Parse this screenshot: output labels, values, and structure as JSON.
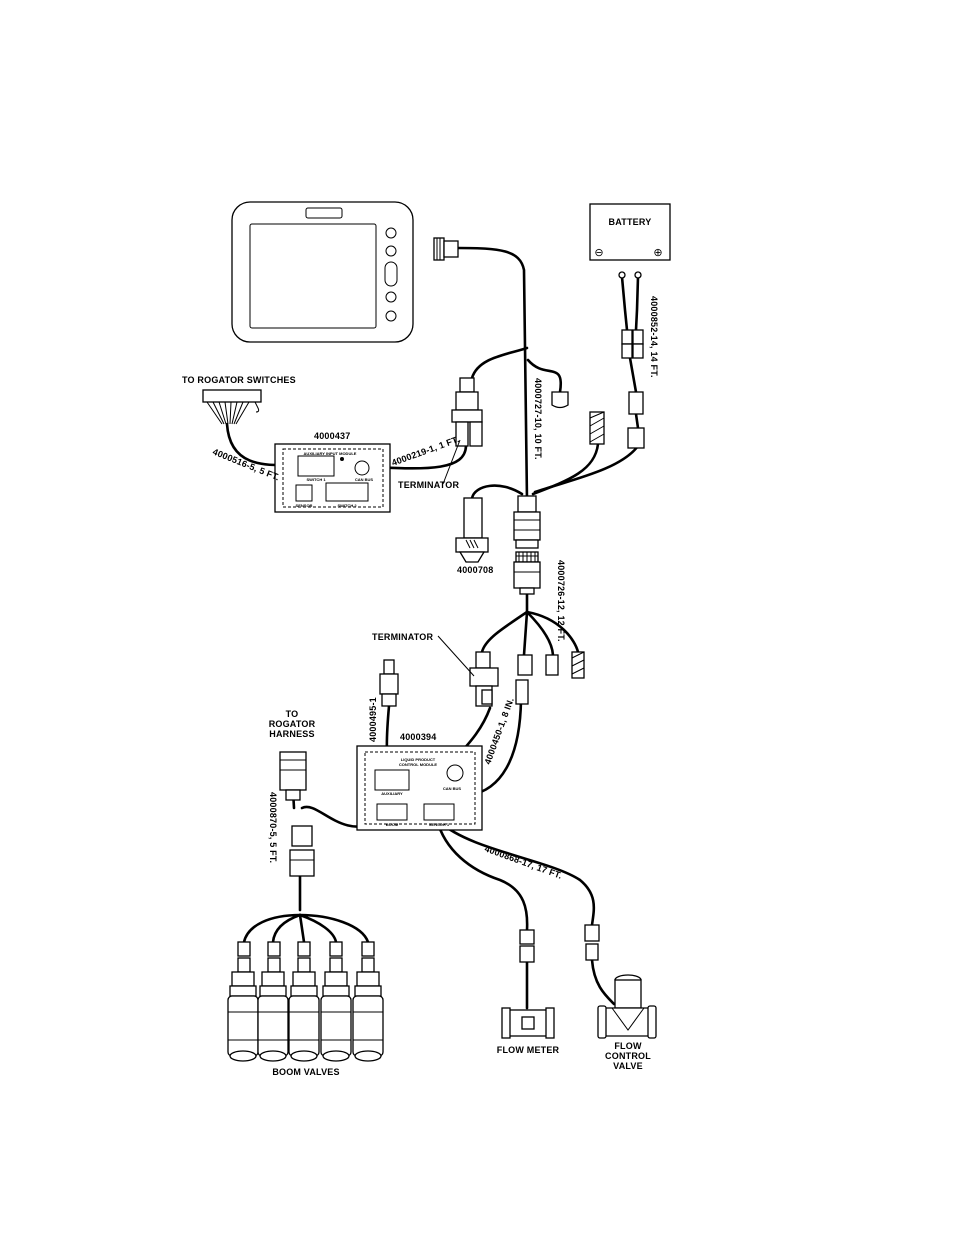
{
  "labels": {
    "battery": "BATTERY",
    "battery_neg": "⊖",
    "battery_pos": "⊕",
    "to_rogator_switches": "TO ROGATOR SWITCHES",
    "aux_module_part": "4000437",
    "aux_module_title": "AUXILIARY INPUT MODULE",
    "aux_port_switch": "SWITCH 1",
    "aux_port_can": "CAN BUS",
    "aux_port_sensor": "SENSOR",
    "aux_port_switch2": "SWITCH 2",
    "cable_4000516": "4000516-5, 5 FT.",
    "cable_4000219": "4000219-1, 1 FT.",
    "terminator_upper": "TERMINATOR",
    "cable_4000727": "4000727-10, 10 FT.",
    "cable_4000852": "4000852-14, 14 FT.",
    "part_4000708": "4000708",
    "cable_4000726": "4000726-12, 12 FT.",
    "terminator_lower": "TERMINATOR",
    "part_4000495": "4000495-1",
    "lpcm_part": "4000394",
    "lpcm_title_1": "LIQUID PRODUCT",
    "lpcm_title_2": "CONTROL MODULE",
    "lpcm_port_aux": "AUXILIARY",
    "lpcm_port_can": "CAN BUS",
    "lpcm_port_boom": "BOOM",
    "lpcm_port_sensor": "SENSOR 1",
    "cable_4000450": "4000450-1, 8 IN.",
    "to_rogator": "TO",
    "rogator": "ROGATOR",
    "harness": "HARNESS",
    "cable_4000870": "4000870-5, 5 FT.",
    "cable_4000868": "4000868-17, 17 FT.",
    "boom_valves": "BOOM VALVES",
    "flow_meter": "FLOW METER",
    "flow": "FLOW",
    "control": "CONTROL",
    "valve": "VALVE"
  }
}
